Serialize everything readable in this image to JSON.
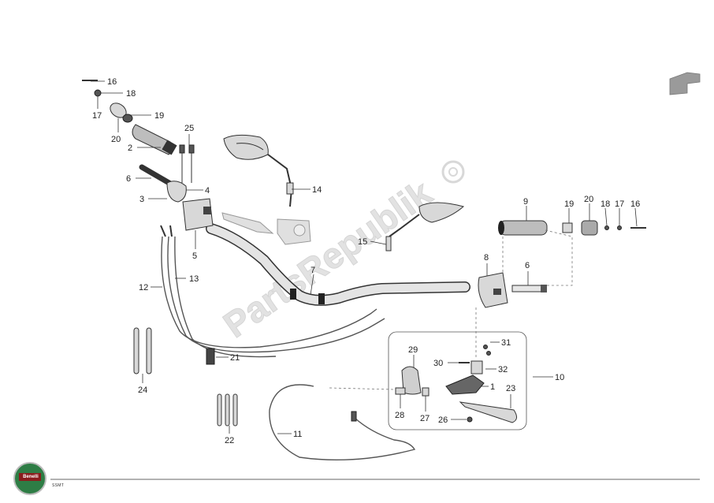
{
  "brand": {
    "logo_text": "Benelli",
    "logo_color": "#2e7d45"
  },
  "watermark": {
    "text": "PartsRepublik"
  },
  "footer": {
    "code": "SSMT"
  },
  "callouts": [
    {
      "id": "1",
      "label": "1"
    },
    {
      "id": "2",
      "label": "2"
    },
    {
      "id": "3",
      "label": "3"
    },
    {
      "id": "4",
      "label": "4"
    },
    {
      "id": "5",
      "label": "5"
    },
    {
      "id": "6a",
      "label": "6"
    },
    {
      "id": "6b",
      "label": "6"
    },
    {
      "id": "7",
      "label": "7"
    },
    {
      "id": "8",
      "label": "8"
    },
    {
      "id": "9",
      "label": "9"
    },
    {
      "id": "10",
      "label": "10"
    },
    {
      "id": "11",
      "label": "11"
    },
    {
      "id": "12",
      "label": "12"
    },
    {
      "id": "13",
      "label": "13"
    },
    {
      "id": "14",
      "label": "14"
    },
    {
      "id": "15",
      "label": "15"
    },
    {
      "id": "16a",
      "label": "16"
    },
    {
      "id": "16b",
      "label": "16"
    },
    {
      "id": "17a",
      "label": "17"
    },
    {
      "id": "17b",
      "label": "17"
    },
    {
      "id": "18a",
      "label": "18"
    },
    {
      "id": "18b",
      "label": "18"
    },
    {
      "id": "19a",
      "label": "19"
    },
    {
      "id": "19b",
      "label": "19"
    },
    {
      "id": "20a",
      "label": "20"
    },
    {
      "id": "20b",
      "label": "20"
    },
    {
      "id": "21",
      "label": "21"
    },
    {
      "id": "22",
      "label": "22"
    },
    {
      "id": "23",
      "label": "23"
    },
    {
      "id": "24",
      "label": "24"
    },
    {
      "id": "25",
      "label": "25"
    },
    {
      "id": "26",
      "label": "26"
    },
    {
      "id": "27",
      "label": "27"
    },
    {
      "id": "28",
      "label": "28"
    },
    {
      "id": "29",
      "label": "29"
    },
    {
      "id": "30",
      "label": "30"
    },
    {
      "id": "31",
      "label": "31"
    },
    {
      "id": "32",
      "label": "32"
    }
  ]
}
